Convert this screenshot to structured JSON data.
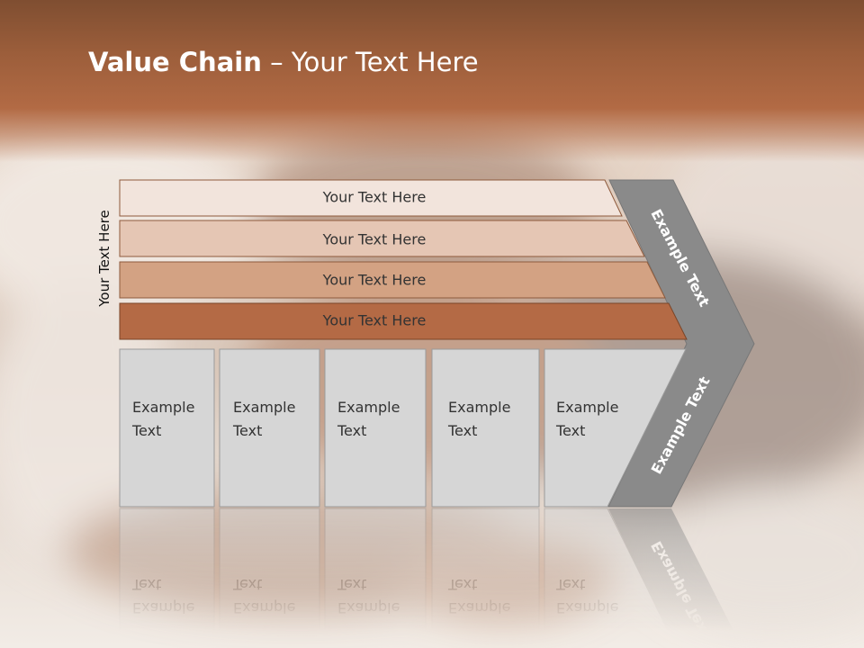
{
  "title": {
    "bold": "Value Chain",
    "rest": " – Your Text Here"
  },
  "side_label": "Your Text Here",
  "bars": [
    {
      "label": "Your Text Here",
      "color": "#f2e4dc"
    },
    {
      "label": "Your Text Here",
      "color": "#e5c6b4"
    },
    {
      "label": "Your Text Here",
      "color": "#d3a283"
    },
    {
      "label": "Your Text Here",
      "color": "#b46a45"
    }
  ],
  "boxes": [
    {
      "line1": "Example",
      "line2": "Text"
    },
    {
      "line1": "Example",
      "line2": "Text"
    },
    {
      "line1": "Example",
      "line2": "Text"
    },
    {
      "line1": "Example",
      "line2": "Text"
    },
    {
      "line1": "Example",
      "line2": "Text"
    }
  ],
  "chevron": {
    "upper_label": "Example Text",
    "lower_label": "Example Text",
    "color": "#8a8a8a"
  },
  "colors": {
    "title_band": "#9c5e3b",
    "box_fill": "#d6d6d6"
  }
}
